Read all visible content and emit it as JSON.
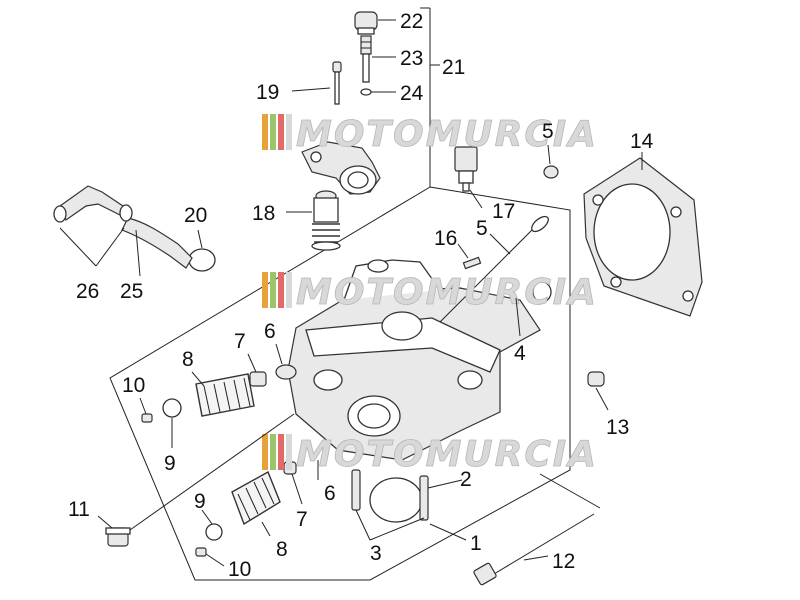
{
  "watermark": {
    "text": "MOTOMURCIA",
    "stripe_colors": [
      "#e8a23b",
      "#9cc46a",
      "#e46a6a",
      "#d9d9d9"
    ]
  },
  "callouts": [
    "1",
    "2",
    "3",
    "4",
    "5",
    "5",
    "6",
    "6",
    "7",
    "7",
    "8",
    "8",
    "9",
    "9",
    "10",
    "10",
    "11",
    "12",
    "13",
    "14",
    "16",
    "17",
    "18",
    "19",
    "20",
    "21",
    "22",
    "23",
    "24",
    "25",
    "26"
  ]
}
